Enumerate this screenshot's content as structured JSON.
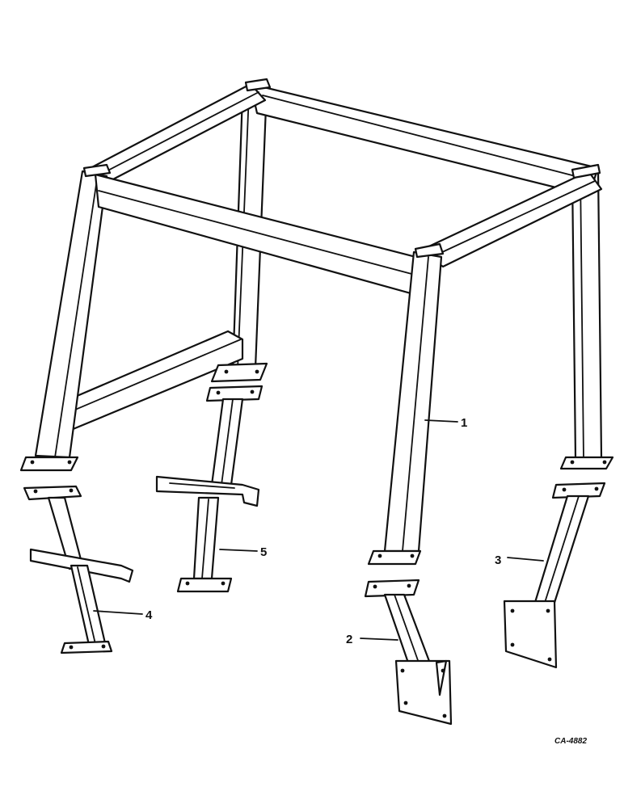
{
  "callouts": [
    {
      "id": "1",
      "label": "1"
    },
    {
      "id": "2",
      "label": "2"
    },
    {
      "id": "3",
      "label": "3"
    },
    {
      "id": "4",
      "label": "4"
    },
    {
      "id": "5",
      "label": "5"
    }
  ],
  "drawing_code": "CA-4882",
  "line_color": "#111111",
  "background_color": "#ffffff"
}
